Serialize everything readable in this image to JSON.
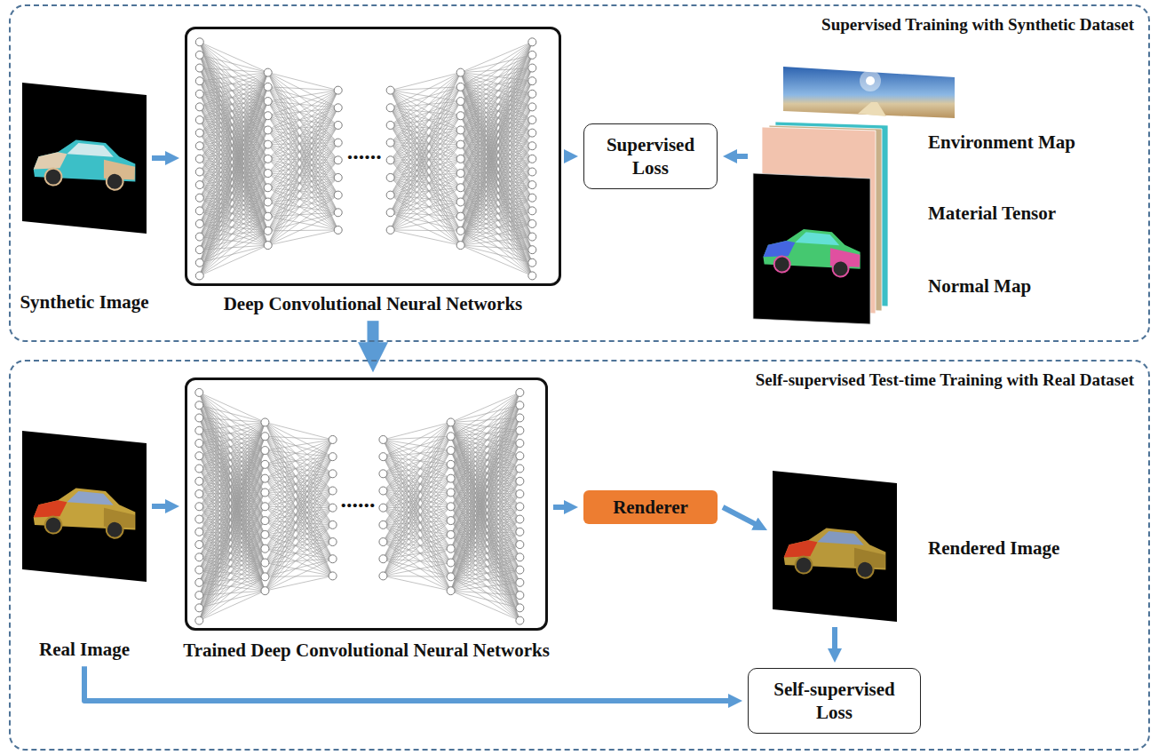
{
  "diagram": {
    "nodes": [
      {
        "text": [
          "Supervised Training with Synthetic Dataset"
        ]
      },
      {
        "text": [
          "Synthetic Image"
        ],
        "in": 0
      },
      {
        "text": [
          "Deep Convolutional Neural Networks"
        ],
        "in": 0
      },
      {
        "text": [
          "Supervised Loss"
        ],
        "in": 0
      },
      {
        "text": [
          "Environment Map",
          "Material Tensor",
          "Normal Map"
        ],
        "in": 0
      },
      {
        "text": [
          "Self-supervised Test-time Training with Real Dataset"
        ]
      },
      {
        "text": [
          "Real Image"
        ],
        "in": 5
      },
      {
        "text": [
          "Trained Deep Convolutional Neural Networks"
        ],
        "in": 5
      },
      {
        "text": [
          "Renderer"
        ],
        "in": 5
      },
      {
        "text": [
          "Rendered Image"
        ],
        "in": 5
      },
      {
        "text": [
          "Self-supervised Loss"
        ],
        "in": 5
      }
    ],
    "edges": [
      {
        "from": 1,
        "to": 2,
        "arrow": "to"
      },
      {
        "from": 2,
        "to": 3,
        "arrow": "to"
      },
      {
        "from": 4,
        "to": 3,
        "arrow": "to"
      },
      {
        "from": 2,
        "to": 7,
        "arrow": "to"
      },
      {
        "from": 6,
        "to": 7,
        "arrow": "to"
      },
      {
        "from": 7,
        "to": 8,
        "arrow": "to"
      },
      {
        "from": 8,
        "to": 9,
        "arrow": "to"
      },
      {
        "from": 9,
        "to": 10,
        "arrow": "to"
      },
      {
        "from": 6,
        "to": 10,
        "arrow": "to"
      }
    ],
    "labels": [
      "......",
      "......"
    ]
  }
}
